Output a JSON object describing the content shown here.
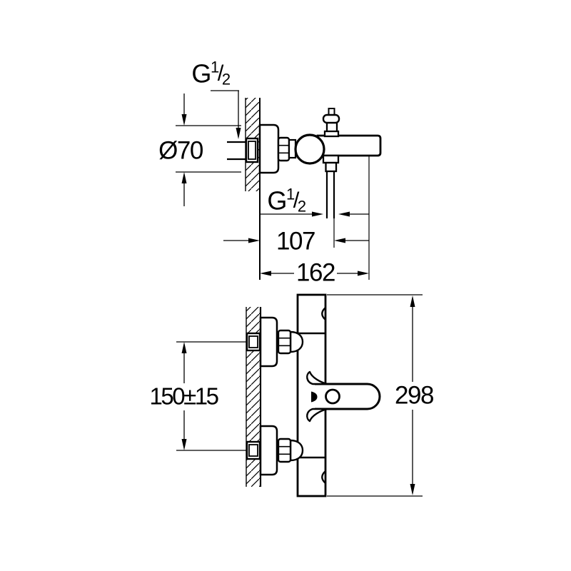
{
  "page": {
    "background": "#ffffff",
    "line_color": "#000000"
  },
  "top_view": {
    "thread_label_wall": {
      "base": "G",
      "numerator": "1",
      "slash": "/",
      "denominator": "2"
    },
    "diameter_label": "Ø70",
    "thread_label_outlet": {
      "base": "G",
      "numerator": "1",
      "slash": "/",
      "denominator": "2"
    },
    "dim_wall_to_outlet": "107",
    "dim_total_depth": "162"
  },
  "bottom_view": {
    "dim_inlet_spacing": "150±15",
    "dim_total_height": "298"
  }
}
